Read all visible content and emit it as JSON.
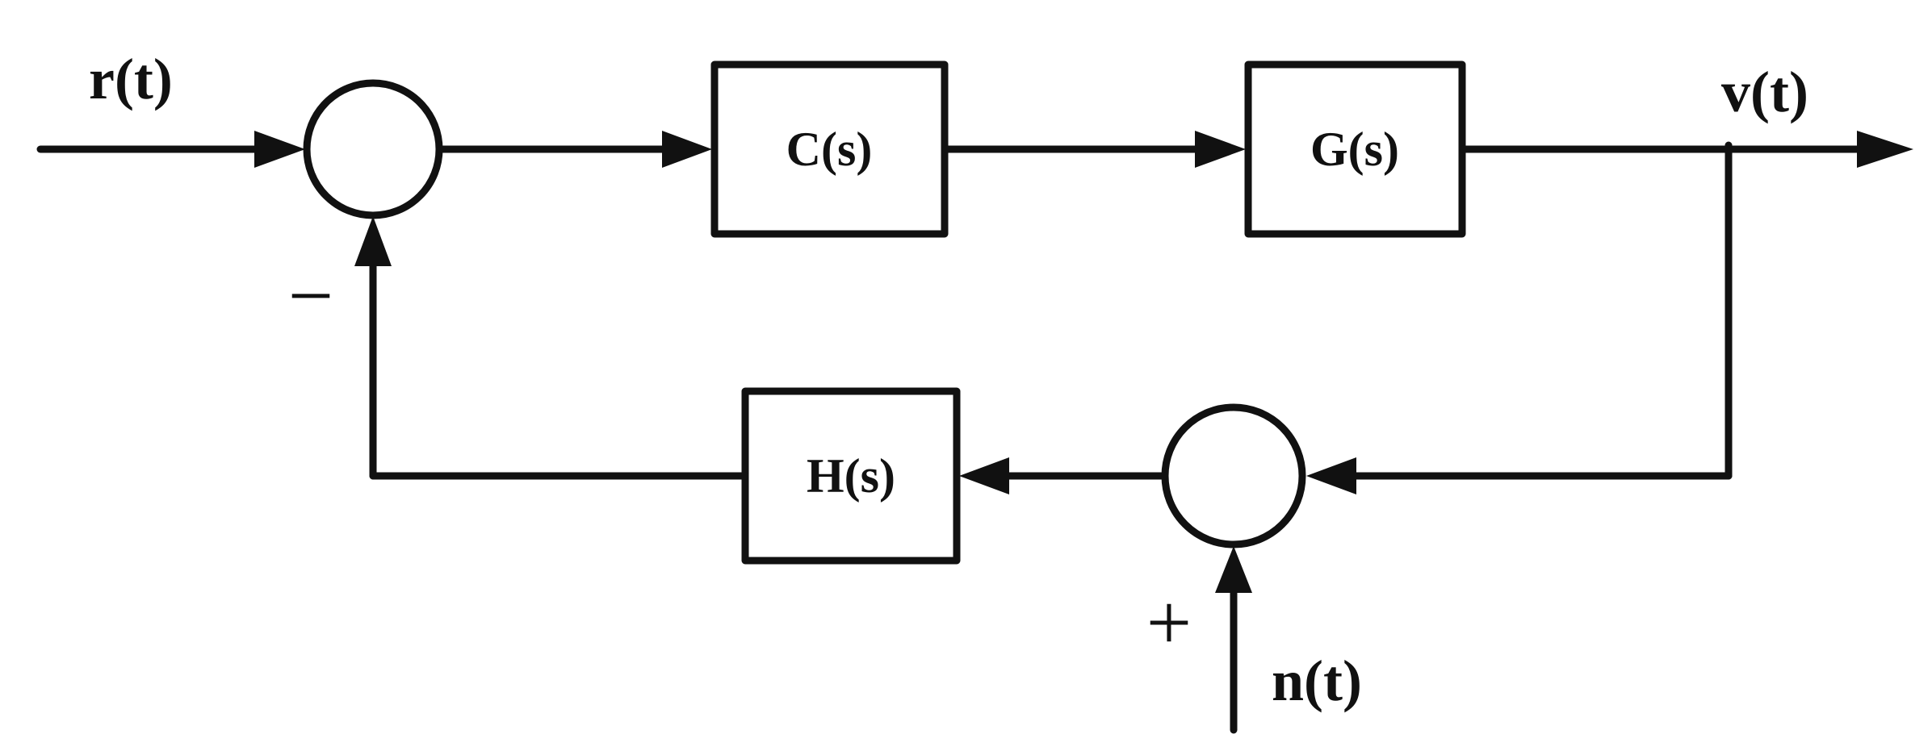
{
  "colors": {
    "stroke": "#111111",
    "background": "#ffffff"
  },
  "signals": {
    "input": "r(t)",
    "output": "v(t)",
    "noise": "n(t)"
  },
  "blocks": {
    "controller": "C(s)",
    "plant": "G(s)",
    "feedback": "H(s)"
  },
  "summing_junctions": {
    "main_feedback_sign": "−",
    "noise_sign": "+"
  }
}
